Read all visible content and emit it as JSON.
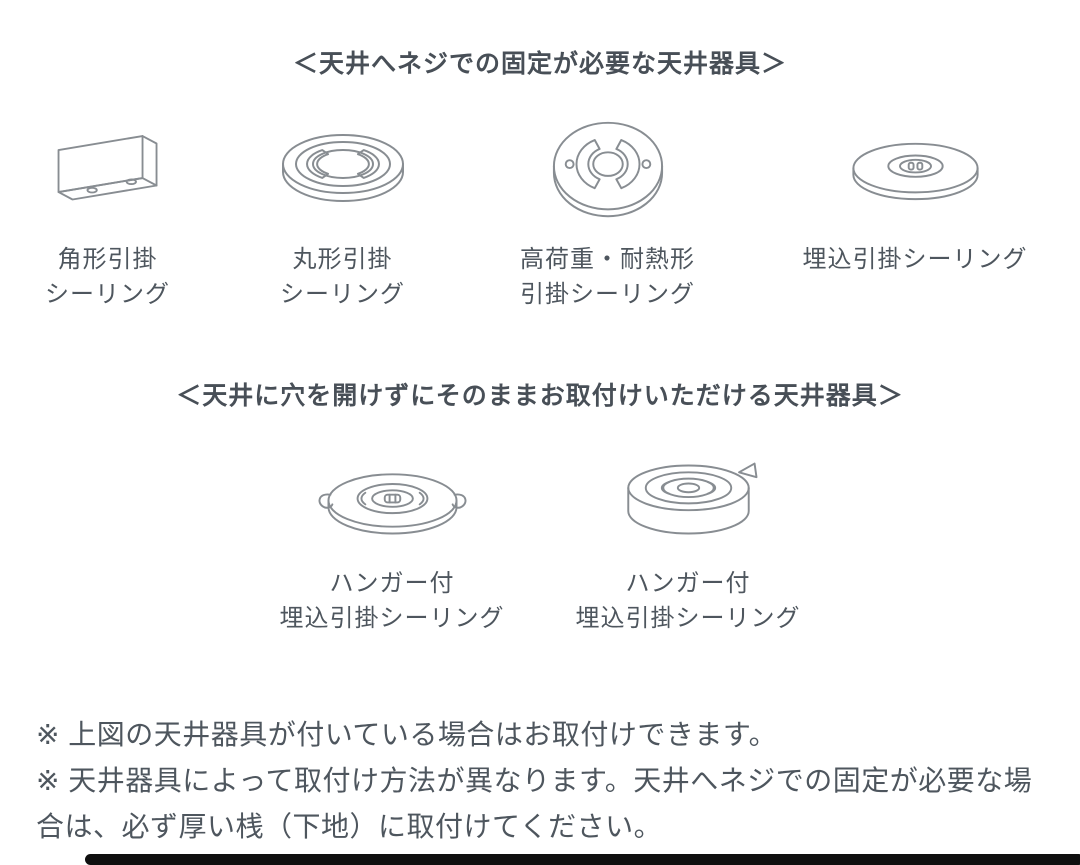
{
  "colors": {
    "line_art": "#888d92",
    "text": "#4e565e",
    "bottom_bar": "#0f0f0f"
  },
  "section1": {
    "title": "＜天井へネジでの固定が必要な天井器具＞",
    "items": [
      {
        "icon": "square-hook-ceiling-icon",
        "label_line1": "角形引掛",
        "label_line2": "シーリング"
      },
      {
        "icon": "round-hook-ceiling-icon",
        "label_line1": "丸形引掛",
        "label_line2": "シーリング"
      },
      {
        "icon": "heavy-duty-hook-ceiling-icon",
        "label_line1": "高荷重・耐熱形",
        "label_line2": "引掛シーリング"
      },
      {
        "icon": "recessed-hook-ceiling-icon",
        "label_line1": "埋込引掛シーリング"
      }
    ]
  },
  "section2": {
    "title": "＜天井に穴を開けずにそのままお取付けいただける天井器具＞",
    "items": [
      {
        "icon": "hanger-recessed-ceiling-flat-icon",
        "label_line1": "ハンガー付",
        "label_line2": "埋込引掛シーリング"
      },
      {
        "icon": "hanger-recessed-ceiling-angled-icon",
        "label_line1": "ハンガー付",
        "label_line2": "埋込引掛シーリング"
      }
    ]
  },
  "notes": [
    "※ 上図の天井器具が付いている場合はお取付けできます。",
    "※ 天井器具によって取付け方法が異なります。天井へネジでの固定が必要な場合は、必ず厚い桟（下地）に取付けてください。"
  ]
}
